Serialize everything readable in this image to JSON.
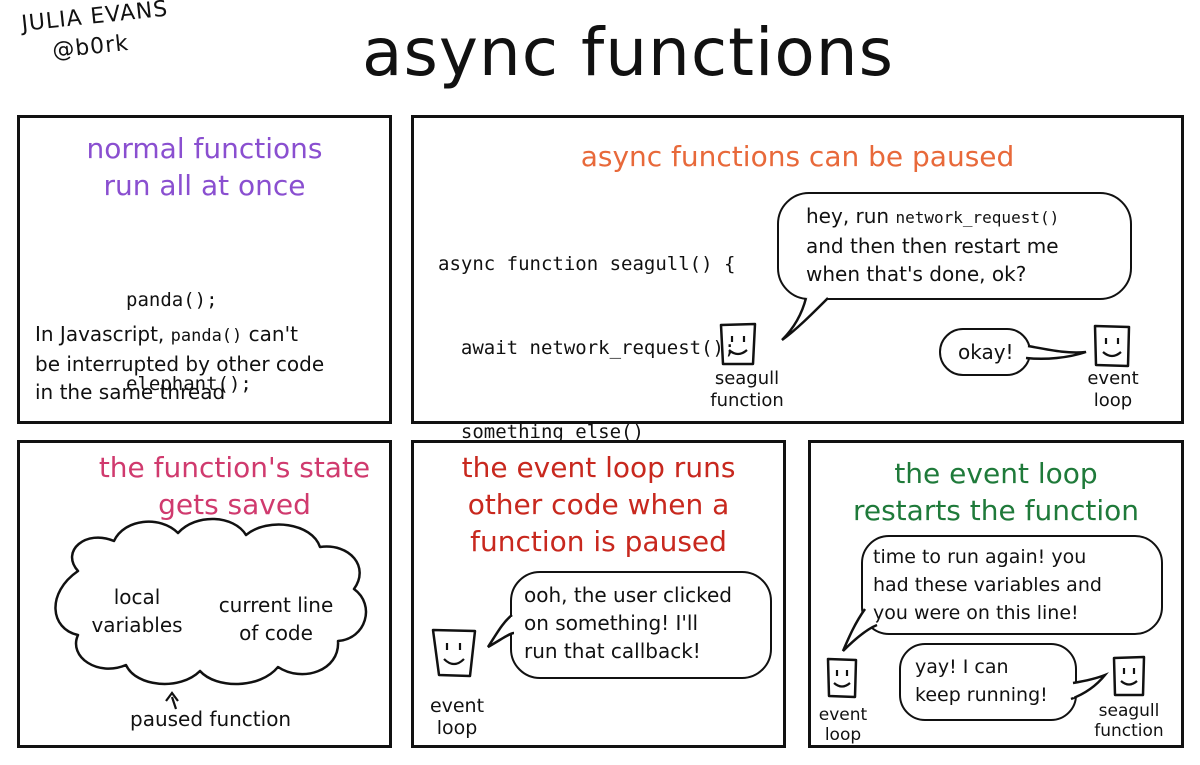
{
  "header": {
    "author_name": "JULIA EVANS",
    "author_handle": "@b0rk",
    "title": "async functions"
  },
  "colors": {
    "purple": "#8a4fd0",
    "orange": "#e8693a",
    "pink": "#d03a6e",
    "red": "#c8281e",
    "green": "#1f7a3a",
    "ink": "#111111"
  },
  "panels": {
    "normal": {
      "title_l1": "normal functions",
      "title_l2": "run all at once",
      "code_l1": "panda();",
      "code_l2": "elephant();",
      "text_l1_a": "In Javascript, ",
      "text_l1_code": "panda()",
      "text_l1_b": " can't",
      "text_l2": "be interrupted by other code",
      "text_l3": "in the same thread"
    },
    "paused": {
      "title": "async functions can be paused",
      "code_l1": "async function seagull() {",
      "code_l2": "  await network_request();",
      "code_l3": "  something_else()",
      "code_l4": "}",
      "bubble_l1_a": "hey, run ",
      "bubble_l1_code": "network_request()",
      "bubble_l2": "and then then restart me",
      "bubble_l3": "when that's done, ok?",
      "seagull_l1": "seagull",
      "seagull_l2": "function",
      "okay": "okay!",
      "loop_l1": "event",
      "loop_l2": "loop"
    },
    "state": {
      "title_l1": "the function's state",
      "title_l2": "gets saved",
      "cloud_a_l1": "local",
      "cloud_a_l2": "variables",
      "cloud_b_l1": "current line",
      "cloud_b_l2": "of code",
      "caption": "paused function"
    },
    "runs": {
      "title_l1": "the event loop runs",
      "title_l2": "other code when a",
      "title_l3": "function is paused",
      "bubble_l1": "ooh, the user clicked",
      "bubble_l2": "on something! I'll",
      "bubble_l3": "run that callback!",
      "loop_l1": "event",
      "loop_l2": "loop"
    },
    "restart": {
      "title_l1": "the event loop",
      "title_l2": "restarts the function",
      "bubble_l1": "time to run again! you",
      "bubble_l2": "had these variables and",
      "bubble_l3": "you were on this line!",
      "reply_l1": "yay! I can",
      "reply_l2": "keep running!",
      "loop_l1": "event",
      "loop_l2": "loop",
      "seagull_l1": "seagull",
      "seagull_l2": "function"
    }
  }
}
